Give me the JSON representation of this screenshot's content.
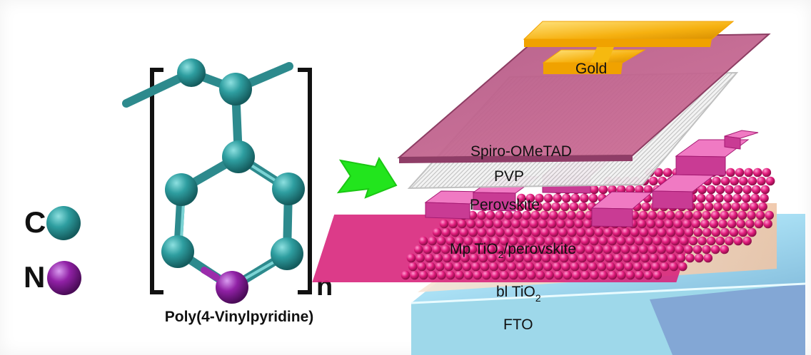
{
  "legend": [
    {
      "symbol": "C",
      "color": "#2e8f92"
    },
    {
      "symbol": "N",
      "color": "#8a1e9c"
    }
  ],
  "molecule": {
    "name": "Poly(4-Vinylpyridine)",
    "repeat_subscript": "n",
    "carbon_color": "#2e8f92",
    "nitrogen_color": "#8a1e9c"
  },
  "arrow": {
    "color": "#22e51d"
  },
  "layers": {
    "gold": "Gold",
    "spiro": "Spiro-OMeTAD",
    "pvp": "PVP",
    "perovskite": "Perovskite",
    "mp_prefix": "Mp TiO",
    "mp_sub": "2",
    "mp_suffix": "/perovskite",
    "bl_prefix": "bl TiO",
    "bl_sub": "2",
    "fto": "FTO"
  },
  "colors": {
    "gold": "#f2a600",
    "spiro": "#c55f8b",
    "pvp": "#d8d8d8",
    "perovskite": "#d32f90",
    "tio2": "#e7287f",
    "bl": "#f0d0b6",
    "fto": "#9fdaf0"
  }
}
